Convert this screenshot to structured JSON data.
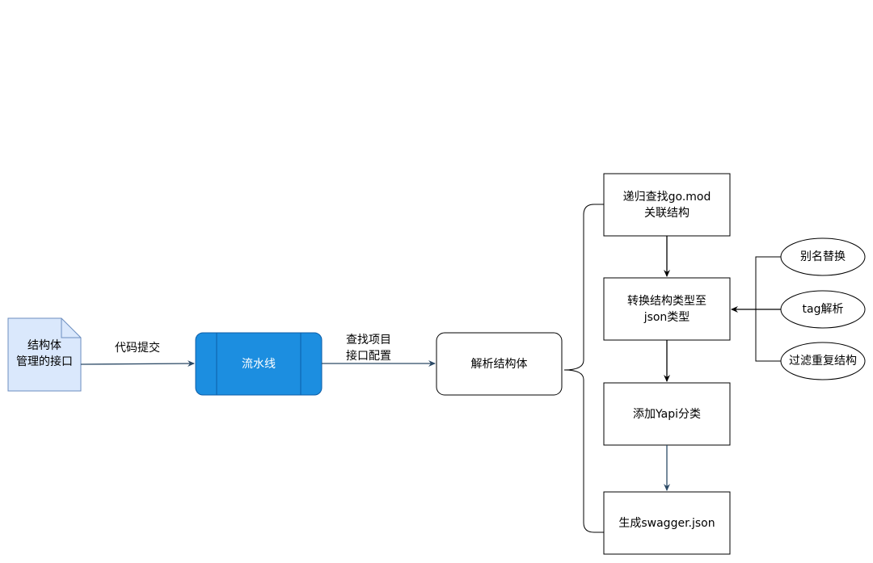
{
  "nodes": {
    "interface_doc": {
      "line1": "结构体",
      "line2": "管理的接口"
    },
    "pipeline": {
      "label": "流水线"
    },
    "parse_struct": {
      "label": "解析结构体"
    },
    "recurse_gomod": {
      "line1": "递归查找go.mod",
      "line2": "关联结构"
    },
    "convert_json": {
      "line1": "转换结构类型至",
      "line2": "json类型"
    },
    "add_yapi": {
      "label": "添加Yapi分类"
    },
    "gen_swagger": {
      "label": "生成swagger.json"
    },
    "alias_replace": {
      "label": "别名替换"
    },
    "tag_parse": {
      "label": "tag解析"
    },
    "filter_dup": {
      "label": "过滤重复结构"
    }
  },
  "edges": {
    "commit": {
      "label": "代码提交"
    },
    "find_config": {
      "line1": "查找项目",
      "line2": "接口配置"
    }
  },
  "colors": {
    "doc_fill": "#dae8fc",
    "doc_stroke": "#6c8ebf",
    "pipeline_fill": "#1c8ee0",
    "pipeline_stroke": "#0d5ea8",
    "arrow_dark": "#2c4a66",
    "black": "#000000"
  }
}
